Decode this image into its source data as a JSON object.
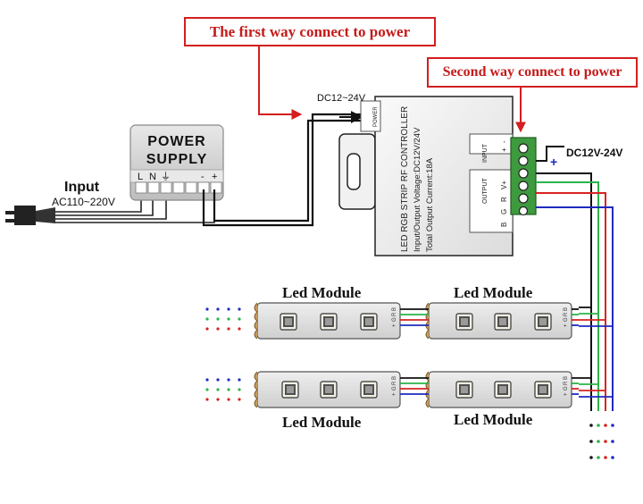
{
  "callouts": {
    "first_way": "The first way connect to power",
    "second_way": "Second way connect to power"
  },
  "power_supply": {
    "title_line1": "POWER",
    "title_line2": "SUPPLY",
    "terminals": [
      "L",
      "N",
      "⏚",
      "-",
      "+"
    ]
  },
  "input": {
    "label": "Input",
    "voltage": "AC110~220V"
  },
  "dc_jack_label": "DC12~24V",
  "dc_terminal_label": "DC12V-24V",
  "controller": {
    "line1": "LED RGB STRIP RF CONTROLLER",
    "line2": "Input/Output Voltage:DC12V/24V",
    "line3": "Total Output Current:18A",
    "power_label": "POWER",
    "input_label": "INPUT",
    "output_label": "OUTPUT",
    "pins": [
      "B",
      "G",
      "R",
      "V+",
      "+",
      "-"
    ]
  },
  "terminal_signs": {
    "minus": "-",
    "plus": "+"
  },
  "strip_pins": [
    "B",
    "R",
    "G",
    "+"
  ],
  "modules": [
    {
      "label": "Led Module"
    },
    {
      "label": "Led Module"
    },
    {
      "label": "Led Module"
    },
    {
      "label": "Led Module"
    }
  ]
}
